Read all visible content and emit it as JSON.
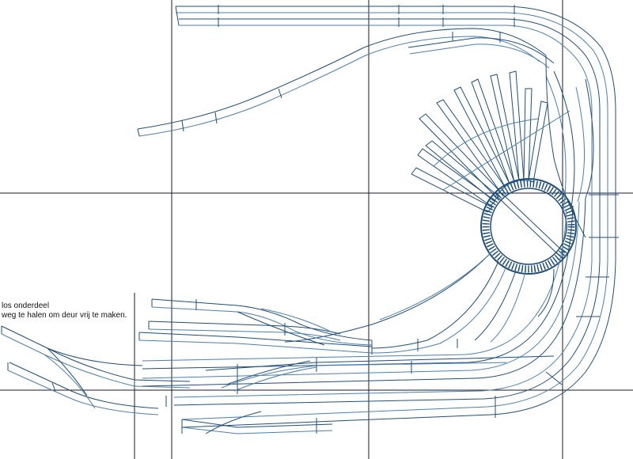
{
  "annotation": {
    "line1": "los onderdeel",
    "line2": "weg te halen om deur vrij te maken."
  },
  "colors": {
    "background": "#ffffff",
    "grid": "#1a1a2e",
    "track": "#1f4e79",
    "rail": "#4a7fb0",
    "text": "#111111"
  },
  "elements": {
    "turntable": "turntable with pit ring",
    "roundhouse": "radial engine-shed stalls",
    "yard": "staging yard with turnouts",
    "loop": "return loop track",
    "branch": "curved branch line"
  }
}
